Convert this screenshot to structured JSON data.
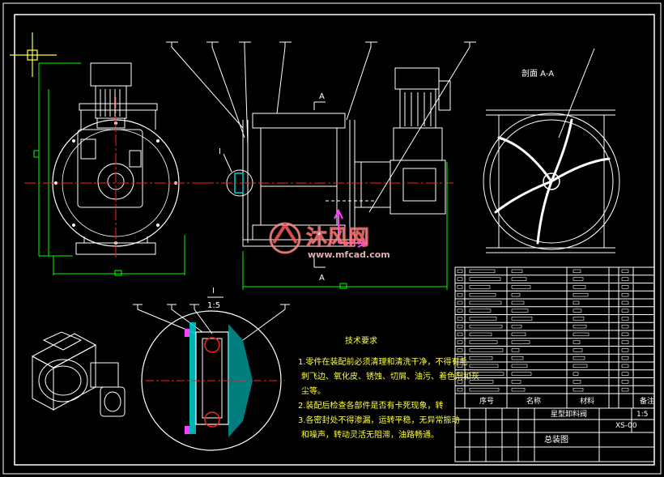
{
  "section_label": "剖面 A-A",
  "cut_mark_top": "A",
  "cut_mark_bottom": "A",
  "detail_label": "I",
  "detail_scale_top": "I",
  "detail_scale_bottom": "1:5",
  "notes": {
    "title": "技术要求",
    "lines": [
      "1.零件在装配前必须清理和清洗干净，不得有毛",
      "刺飞边、氧化皮、锈蚀、切屑、油污、着色剂和灰",
      "尘等。",
      "2.装配后检查各部件是否有卡死现象，转",
      "3.各密封处不得渗漏，运转平稳，无异常振动",
      "和噪声，转动灵活无阻滞，油路畅通。"
    ]
  },
  "title_block": {
    "drawing_name": "总装图",
    "product_name": "星型卸料阀",
    "drawing_code": "XS-00",
    "scale": "1:5",
    "header_seq": "序号",
    "header_name": "名称",
    "header_material": "材料",
    "header_note": "备注"
  },
  "watermark": {
    "brand": "沐风网",
    "url": "www.mfcad.com"
  },
  "colors": {
    "background": "#000000",
    "line": "#ffffff",
    "dimension": "#00ff00",
    "center_line": "#ff2020",
    "notes": "#ffff40",
    "accent_cyan": "#00d0d0",
    "accent_magenta": "#ff40ff"
  }
}
